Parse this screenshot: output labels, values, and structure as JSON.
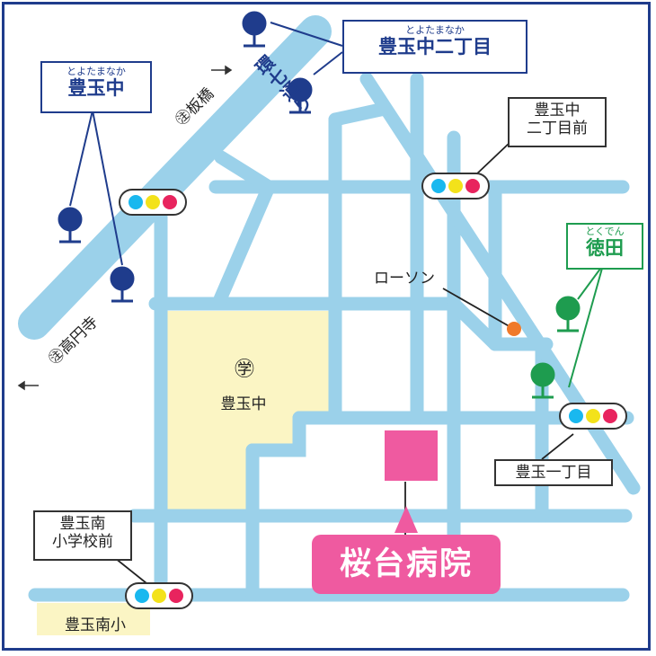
{
  "colors": {
    "road": "#9bd1ea",
    "school_area": "#fbf5c4",
    "station_blue": "#1f3c8c",
    "station_green": "#1e9c4f",
    "hospital": "#ef5aa0",
    "lawson": "#f07a2a",
    "signal_cyan": "#19b8ef",
    "signal_yellow": "#f3e21a",
    "signal_red": "#e8245e"
  },
  "stations": {
    "toyotamanaka": {
      "ruby": "とよたまなか",
      "name": "豊玉中"
    },
    "toyotamanaka_2": {
      "ruby": "とよたまなか",
      "name": "豊玉中二丁目"
    },
    "tokuden": {
      "ruby": "とくでん",
      "name": "徳田"
    }
  },
  "road_labels": {
    "kannana": "環七通り",
    "itabashi": "㊟板橋",
    "koenji": "㊟高円寺"
  },
  "places": {
    "school_symbol": "㊫",
    "school_name": "豊玉中",
    "lawson": "ローソン",
    "toyotamaminami_school": "豊玉南小",
    "hospital": "桜台病院"
  },
  "intersections": {
    "toyotamanaka_2_mae": "豊玉中\n二丁目前",
    "toyotama_1": "豊玉一丁目",
    "toyotamaminami_mae": "豊玉南\n小学校前"
  },
  "icons": [
    "bus-stop-icon",
    "traffic-signal-icon",
    "school-icon",
    "arrow-icon"
  ]
}
